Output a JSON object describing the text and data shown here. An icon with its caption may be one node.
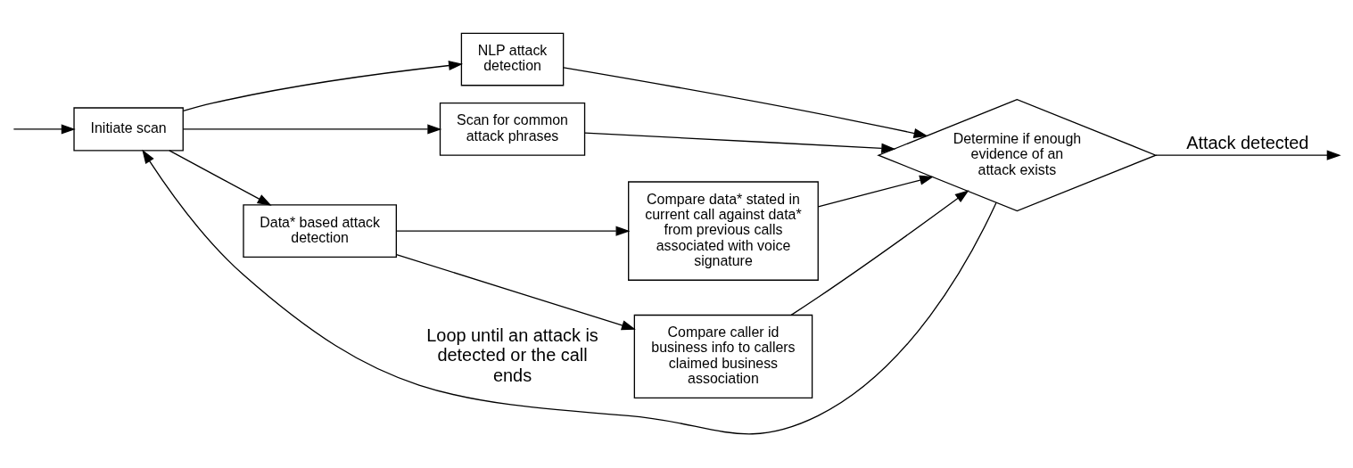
{
  "diagram": {
    "nodes": [
      {
        "text": [
          "Initiate scan"
        ]
      },
      {
        "text": [
          "NLP attack detection"
        ]
      },
      {
        "text": [
          "Scan for common attack phrases"
        ]
      },
      {
        "text": [
          "Data* based attack detection"
        ]
      },
      {
        "text": [
          "Compare data* stated in current call against data* from previous calls associated with voice signature"
        ]
      },
      {
        "text": [
          "Compare caller id business info to callers claimed business association"
        ]
      },
      {
        "text": [
          "Determine if enough evidence of an attack exists"
        ]
      }
    ],
    "edges": [
      {
        "from": null,
        "to": 0,
        "arrow": "to"
      },
      {
        "from": 0,
        "to": 1,
        "arrow": "to"
      },
      {
        "from": 0,
        "to": 2,
        "arrow": "to"
      },
      {
        "from": 0,
        "to": 3,
        "arrow": "to"
      },
      {
        "from": 1,
        "to": 6,
        "arrow": "to"
      },
      {
        "from": 2,
        "to": 6,
        "arrow": "to"
      },
      {
        "from": 3,
        "to": 4,
        "arrow": "to"
      },
      {
        "from": 3,
        "to": 5,
        "arrow": "to"
      },
      {
        "from": 4,
        "to": 6,
        "arrow": "to"
      },
      {
        "from": 5,
        "to": 6,
        "arrow": "to"
      },
      {
        "from": 6,
        "to": null,
        "arrow": "to",
        "label": "Attack detected"
      },
      {
        "from": 6,
        "to": 0,
        "arrow": "to",
        "label": "Loop until an attack is detected or the call ends"
      }
    ]
  }
}
